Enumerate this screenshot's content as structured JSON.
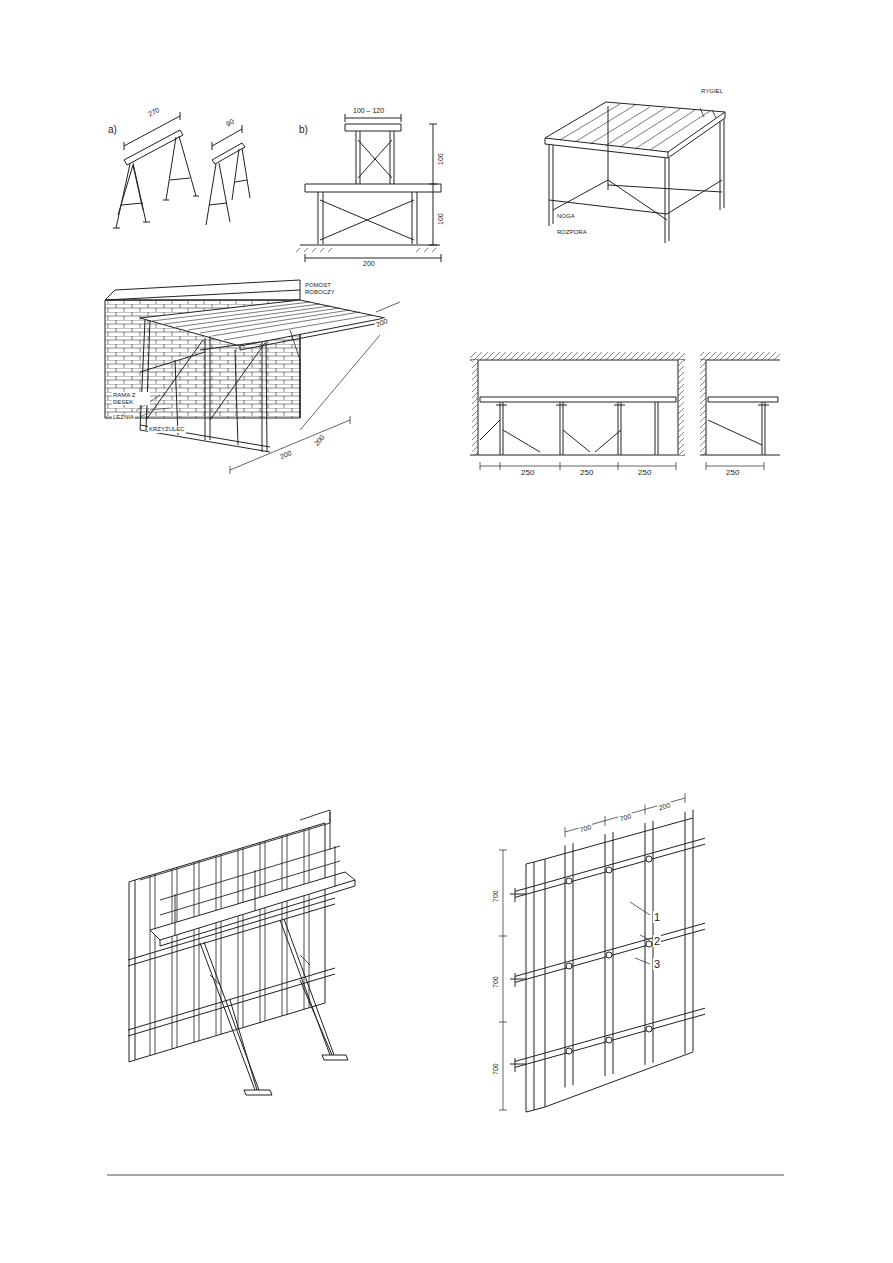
{
  "diagram": {
    "labels": [
      "a)",
      "270",
      "90",
      "b)",
      "100 – 120",
      "100",
      "100",
      "200",
      "RYGIEL",
      "NOGA",
      "ROZPORA",
      "POMOST ROBOCZY",
      "200",
      "RAMA Z DESEK",
      "LEŻNIA",
      "KRZYŻULEC",
      "200",
      "200",
      "250",
      "250",
      "250",
      "250",
      "700",
      "700",
      "700",
      "700",
      "700",
      "200",
      "1",
      "2",
      "3"
    ]
  }
}
